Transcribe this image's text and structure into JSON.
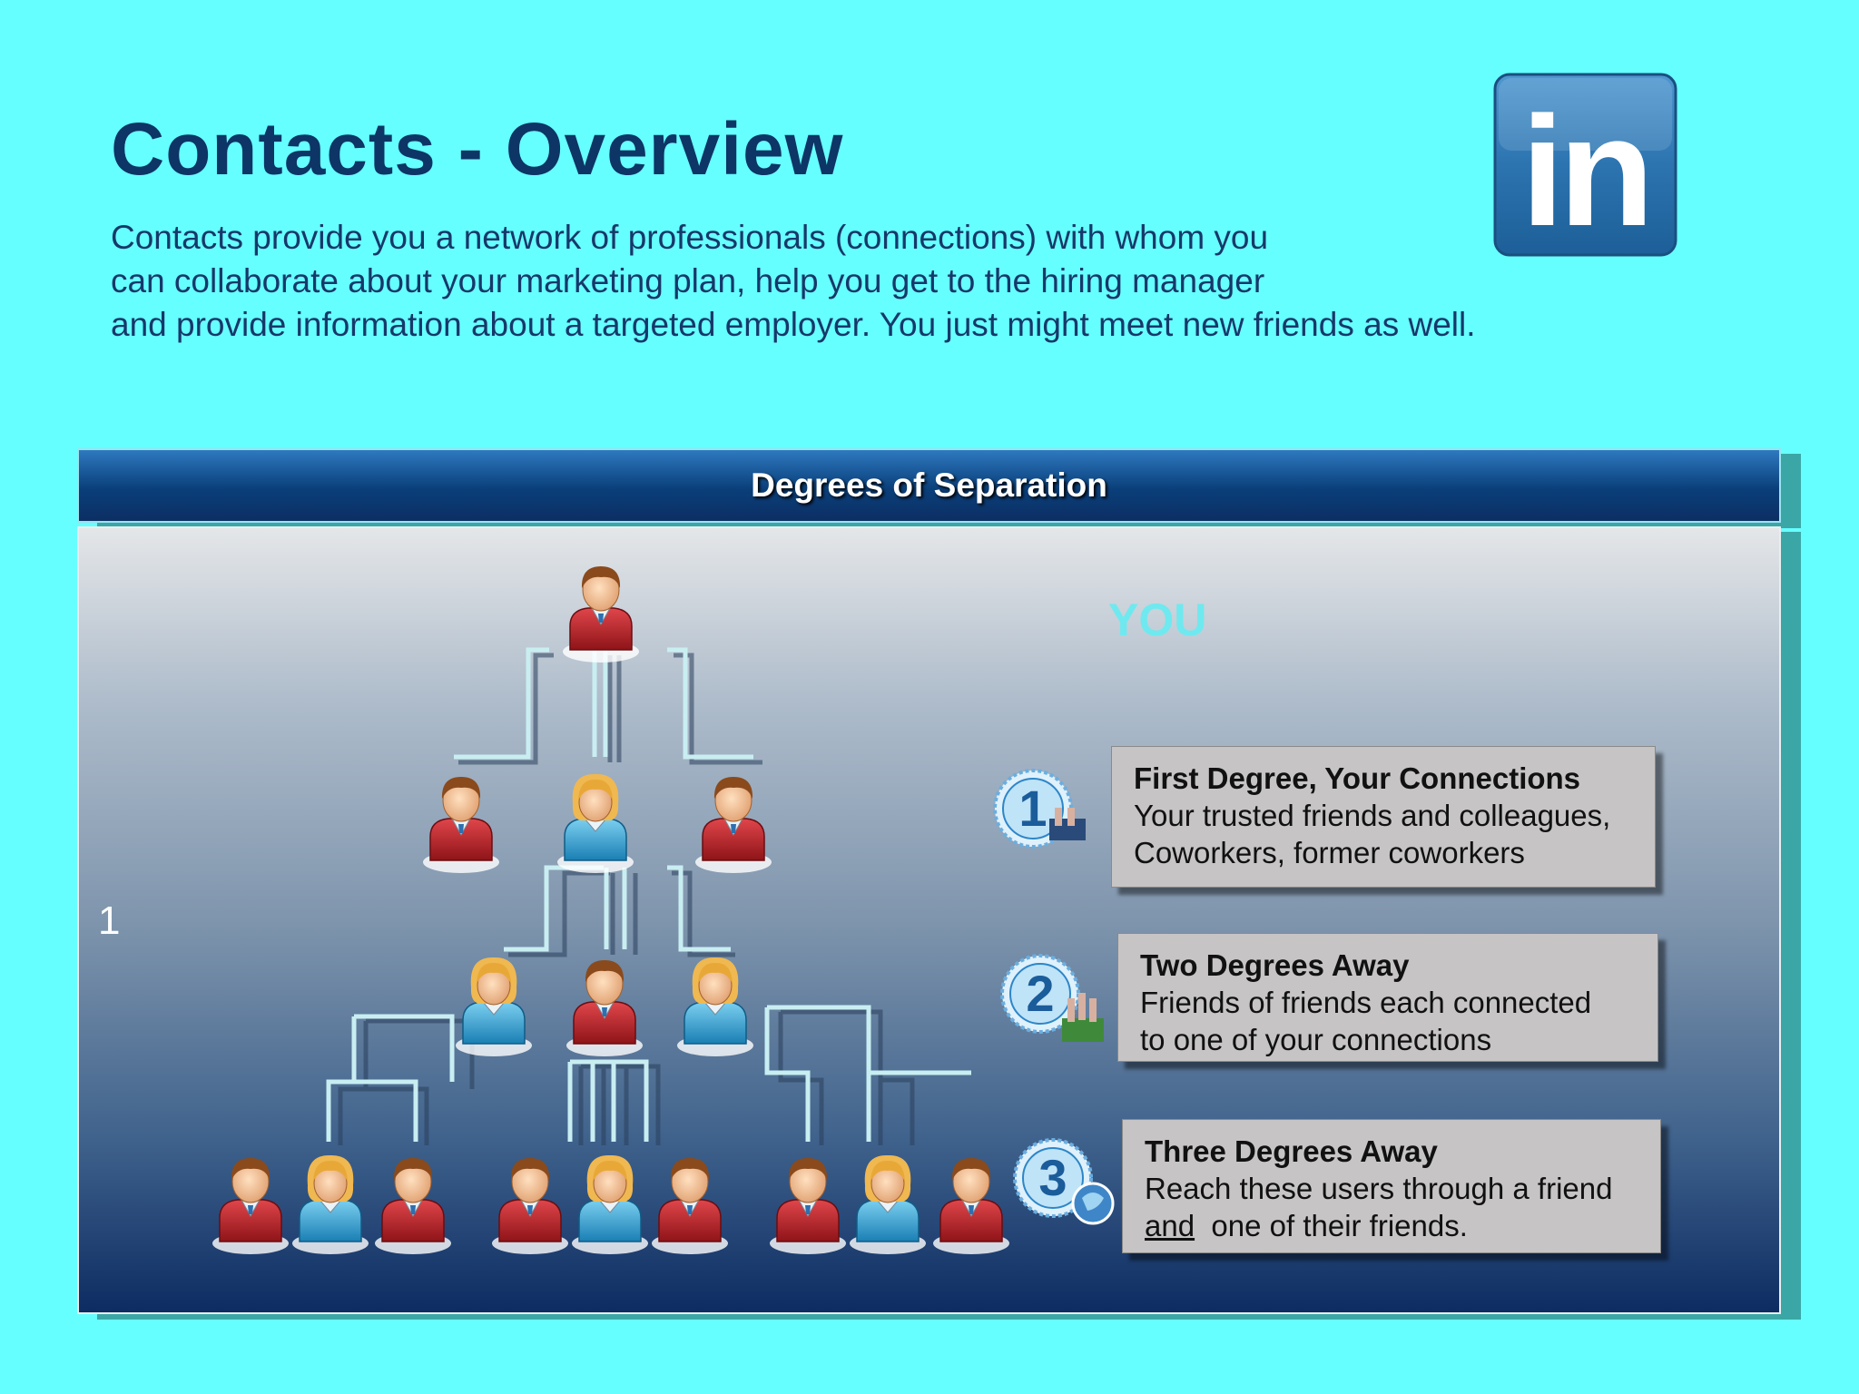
{
  "slide": {
    "title": "Contacts - Overview",
    "intro_lines": [
      "Contacts provide you a network of professionals (connections) with whom you",
      "can collaborate about your marketing plan, help you get to the hiring manager",
      "and provide information about a targeted employer.  You just might meet new friends as well."
    ],
    "logo_text": "in"
  },
  "panel": {
    "header": "Degrees of Separation",
    "you_label": "YOU",
    "side_number": "1"
  },
  "degrees": [
    {
      "badge": "1",
      "title": "First Degree, Your Connections",
      "lines": [
        "Your trusted friends and colleagues,",
        "Coworkers, former coworkers"
      ]
    },
    {
      "badge": "2",
      "title": "Two Degrees Away",
      "lines": [
        "Friends of friends each connected",
        "to one of your connections"
      ]
    },
    {
      "badge": "3",
      "title": "Three Degrees Away",
      "line1": "Reach these users through a friend",
      "line2_underlined": "and",
      "line2_rest": "  one of their friends."
    }
  ],
  "colors": {
    "background": "#66ffff",
    "title": "#0d3566",
    "header_dark": "#0a3f7a",
    "you_label": "#6ee9ef",
    "person_red": "#c0282e",
    "person_blue": "#3aa3d4",
    "linkedin_blue": "#2c74b0"
  },
  "people": {
    "you": "red",
    "level1": [
      "red",
      "blue",
      "red"
    ],
    "level2": [
      "blue",
      "red",
      "blue"
    ],
    "level3": [
      "red",
      "blue",
      "red",
      "red",
      "blue",
      "red",
      "red",
      "blue",
      "red"
    ]
  }
}
